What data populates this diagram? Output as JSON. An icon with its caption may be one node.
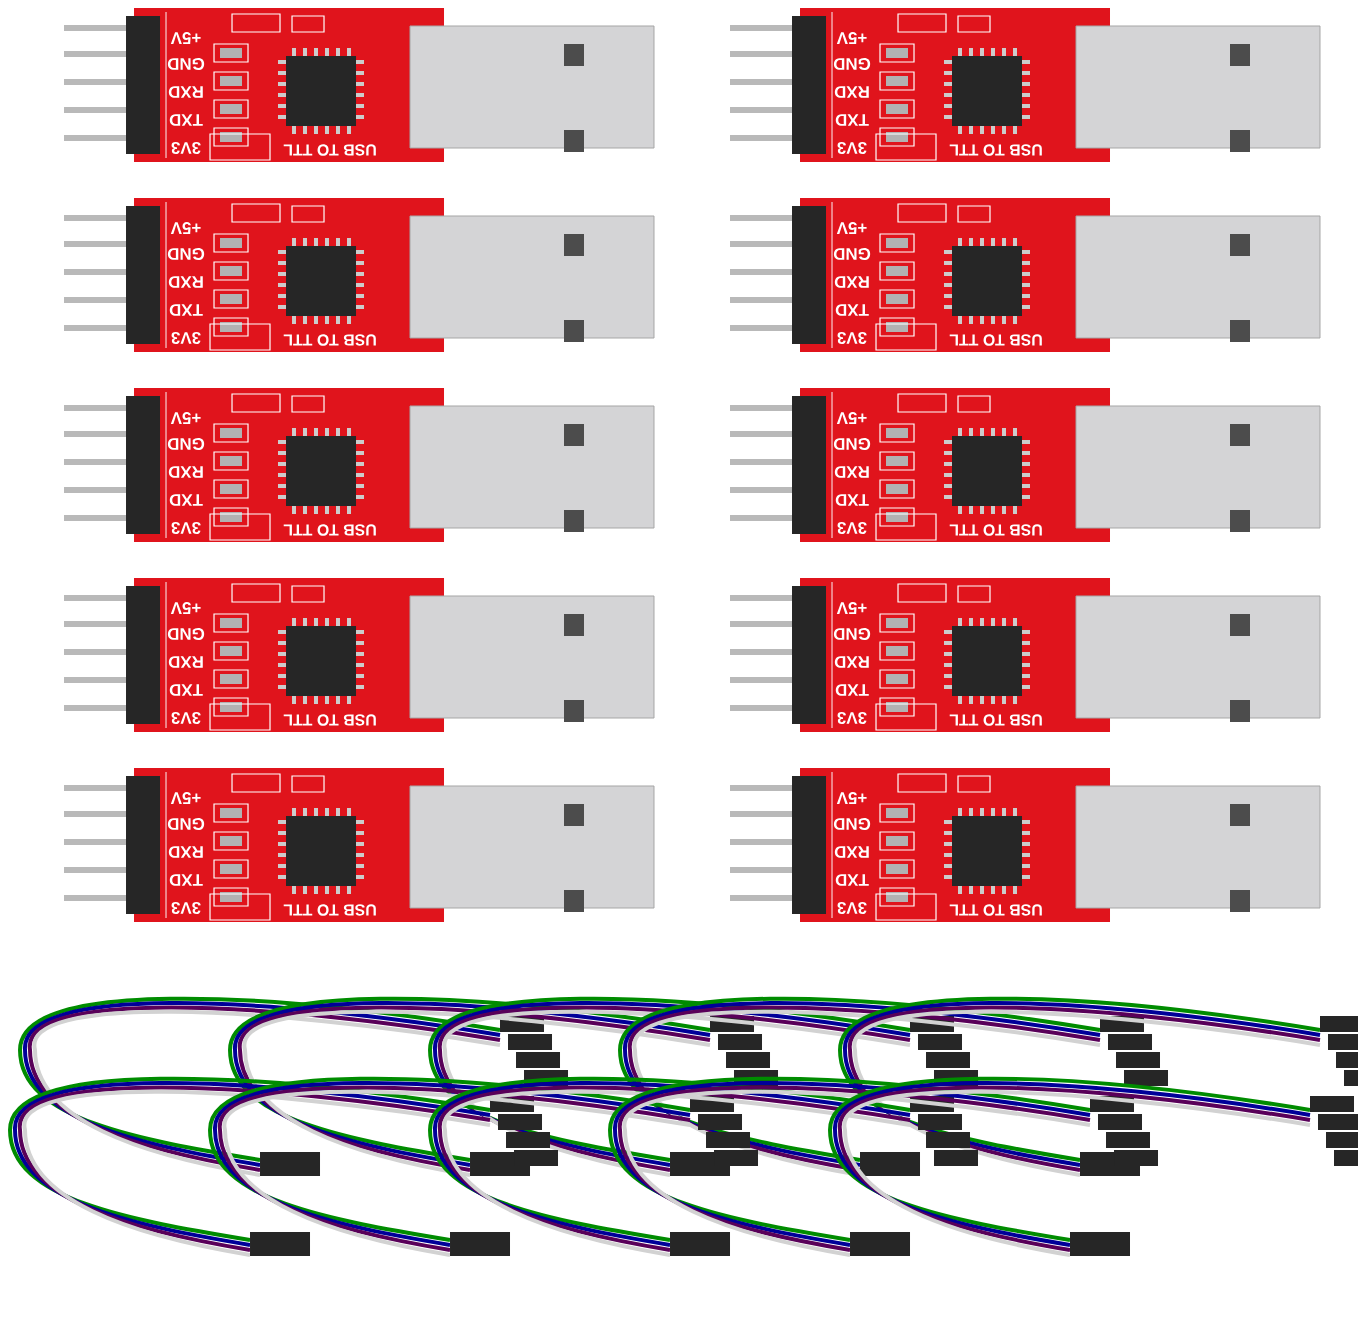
{
  "diagram": {
    "labels": [
      "+5V",
      "GND",
      "RXD",
      "TXD",
      "3V3",
      "USB TO TTL",
      "+5V",
      "GND",
      "RXD",
      "TXD",
      "3V3",
      "USB TO TTL",
      "+5V",
      "GND",
      "RXD",
      "TXD",
      "3V3",
      "USB TO TTL",
      "+5V",
      "GND",
      "RXD",
      "TXD",
      "3V3",
      "USB TO TTL",
      "+5V",
      "GND",
      "RXD",
      "TXD",
      "3V3",
      "USB TO TTL",
      "+5V",
      "GND",
      "RXD",
      "TXD",
      "3V3",
      "USB TO TTL",
      "+5V",
      "GND",
      "RXD",
      "TXD",
      "3V3",
      "USB TO TTL",
      "+5V",
      "GND",
      "RXD",
      "TXD",
      "3V3",
      "USB TO TTL",
      "+5V",
      "GND",
      "RXD",
      "TXD",
      "3V3",
      "USB TO TTL",
      "+5V",
      "GND",
      "RXD",
      "TXD",
      "3V3",
      "USB TO TTL"
    ]
  }
}
